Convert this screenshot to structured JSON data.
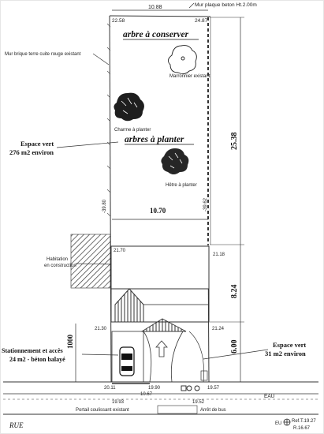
{
  "top": {
    "wall_label": "Mur plaque beton Ht.2.00m",
    "width_top": "10.88",
    "corner_left": "22.58",
    "corner_right": "24.87"
  },
  "left_wall_label": "Mur brique terre cuite rouge existant",
  "trees_keep_title": "arbre à conserver",
  "trees_keep_caption": "Marronnier existant",
  "trees_plant_title": "arbres à planter",
  "tree1_caption": "Charme à planter",
  "tree2_caption": "Hêtre à planter",
  "green_left": {
    "line1": "Espace vert",
    "line2": "276 m2 environ"
  },
  "green_right": {
    "line1": "Espace vert",
    "line2": "31 m2 environ"
  },
  "dims": {
    "total_depth": "25.38",
    "mid_depth": "8.24",
    "front_depth": "6.00",
    "left_1000": "1000",
    "mid_width": "10.70",
    "level_left_a": "-39.80",
    "level_right_a": "-39.62",
    "spot_21_70": "21.70",
    "spot_21_18": "21.18",
    "spot_21_30": "21.30",
    "spot_21_24": "21.24",
    "spot_20_11": "20.11",
    "spot_19_90": "19.90",
    "spot_10_67": "10.67",
    "spot_19_57": "19.57",
    "spot_19_93": "19.93",
    "spot_19_52": "19.52"
  },
  "house_label": {
    "line1": "Habitation",
    "line2": "en construction"
  },
  "parking": {
    "line1": "Stationnement et accès",
    "line2": "24 m2 - béton balayé"
  },
  "street": {
    "gate": "Portail coulissant existant",
    "bus_stop": "Arrêt de bus",
    "water": "EAU",
    "road": "RUE",
    "ref_eu": "EU",
    "ref_line1": "Ref.T.19.27",
    "ref_line2": "R.16.67"
  }
}
